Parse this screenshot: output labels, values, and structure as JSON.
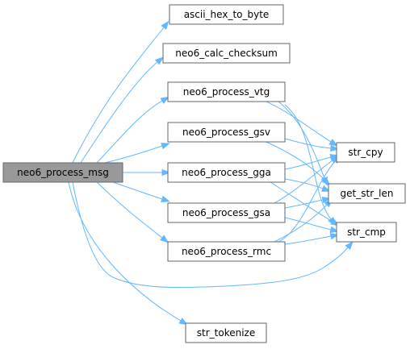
{
  "diagram": {
    "colors": {
      "edge": "#63b8ff",
      "node_border": "#666666",
      "node_fill": "#ffffff",
      "root_fill": "#999999"
    },
    "nodes": {
      "root": "neo6_process_msg",
      "ascii": "ascii_hex_to_byte",
      "calc": "neo6_calc_checksum",
      "vtg": "neo6_process_vtg",
      "gsv": "neo6_process_gsv",
      "gga": "neo6_process_gga",
      "gsa": "neo6_process_gsa",
      "rmc": "neo6_process_rmc",
      "tok": "str_tokenize",
      "cpy": "str_cpy",
      "len": "get_str_len",
      "cmp": "str_cmp"
    },
    "edges": [
      {
        "from": "root",
        "to": "ascii"
      },
      {
        "from": "root",
        "to": "calc"
      },
      {
        "from": "root",
        "to": "vtg"
      },
      {
        "from": "root",
        "to": "gsv"
      },
      {
        "from": "root",
        "to": "gga"
      },
      {
        "from": "root",
        "to": "gsa"
      },
      {
        "from": "root",
        "to": "rmc"
      },
      {
        "from": "root",
        "to": "cmp"
      },
      {
        "from": "root",
        "to": "tok"
      },
      {
        "from": "vtg",
        "to": "cpy"
      },
      {
        "from": "vtg",
        "to": "len"
      },
      {
        "from": "vtg",
        "to": "cmp"
      },
      {
        "from": "gsv",
        "to": "cpy"
      },
      {
        "from": "gsv",
        "to": "len"
      },
      {
        "from": "gga",
        "to": "cpy"
      },
      {
        "from": "gga",
        "to": "len"
      },
      {
        "from": "gga",
        "to": "cmp"
      },
      {
        "from": "gsa",
        "to": "cpy"
      },
      {
        "from": "gsa",
        "to": "len"
      },
      {
        "from": "gsa",
        "to": "cmp"
      },
      {
        "from": "rmc",
        "to": "cpy"
      },
      {
        "from": "rmc",
        "to": "len"
      },
      {
        "from": "rmc",
        "to": "cmp"
      }
    ]
  }
}
